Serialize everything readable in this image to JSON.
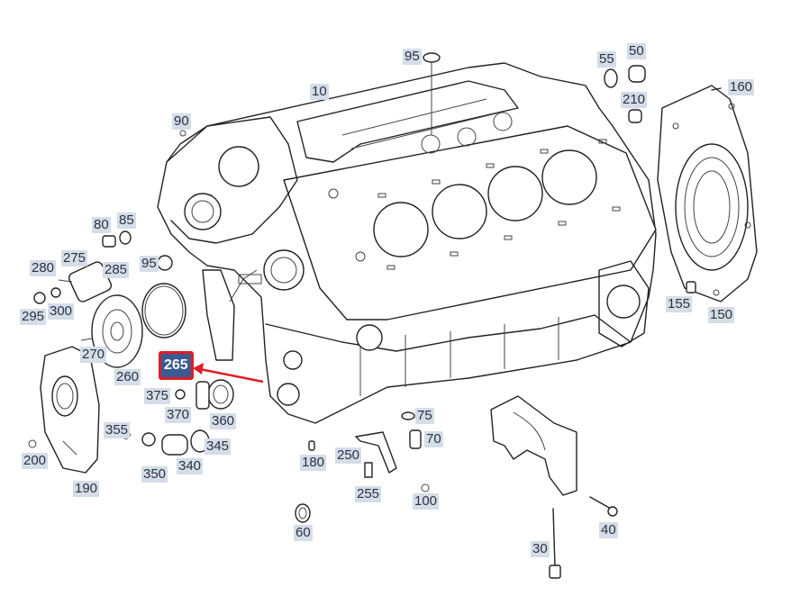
{
  "diagram": {
    "highlight_color": "#e01c24",
    "label_bg": "#d4dde8",
    "highlight_bg": "#3a5a92",
    "labels": [
      "95",
      "55",
      "50",
      "160",
      "10",
      "210",
      "90",
      "80",
      "85",
      "275",
      "280",
      "285",
      "95",
      "295",
      "300",
      "155",
      "150",
      "270",
      "260",
      "265",
      "375",
      "370",
      "360",
      "75",
      "355",
      "345",
      "70",
      "200",
      "350",
      "340",
      "180",
      "250",
      "255",
      "100",
      "190",
      "40",
      "60",
      "30"
    ]
  }
}
